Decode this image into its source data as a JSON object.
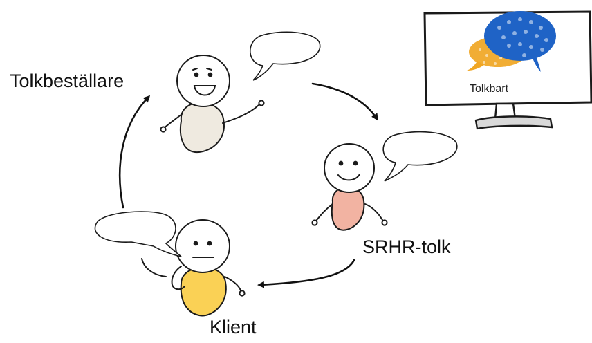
{
  "roles": {
    "bestallare": "Tolkbeställare",
    "tolk": "SRHR-tolk",
    "klient": "Klient"
  },
  "monitor": {
    "brand": "Tolkbart",
    "logo_colors": [
      "#1f63c6",
      "#f0a623"
    ]
  },
  "colors": {
    "bestallare_body": "#efeae0",
    "tolk_body": "#f2b3a2",
    "klient_body": "#fad155",
    "ink": "#1a1a1a"
  },
  "icons": [
    "speech-bubble-icon",
    "stick-figure-icon",
    "monitor-icon",
    "arrow-icon"
  ]
}
